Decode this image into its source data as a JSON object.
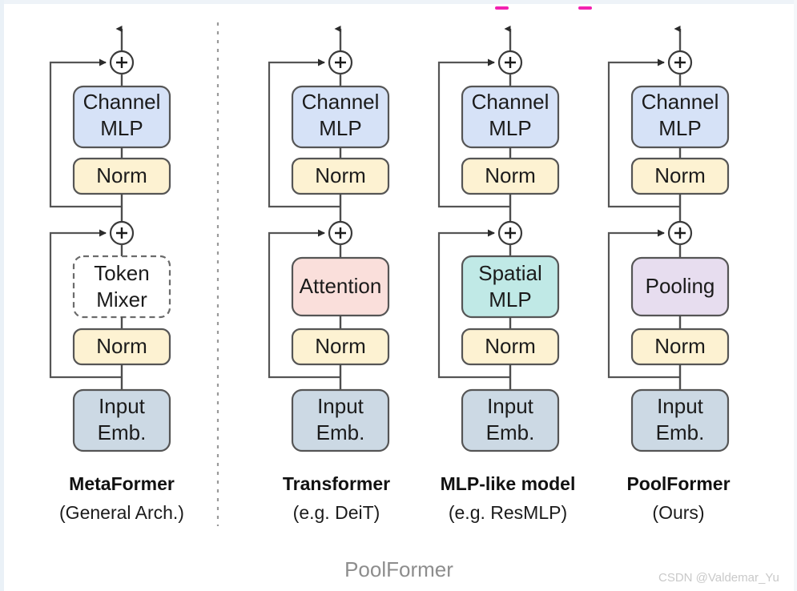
{
  "figure": {
    "caption": "PoolFormer",
    "watermark": "CSDN @Valdemar_Yu",
    "divider": {
      "present": true,
      "style": "dashed-vertical"
    },
    "top_marks": [
      {
        "name": "pink-underline-1",
        "color": "#f321b0"
      },
      {
        "name": "pink-underline-2",
        "color": "#f321b0"
      }
    ],
    "colors": {
      "channel_mlp": "#d6e2f7",
      "norm": "#fdf2d2",
      "input_emb": "#ccd9e4",
      "attention": "#fadfdb",
      "spatial_mlp": "#c0e9e6",
      "pooling": "#e7ddef",
      "token_mixer": "#ffffff",
      "stroke": "#555555",
      "caption": "#8d8d8d",
      "watermark": "#c9c9c9"
    },
    "columns": [
      {
        "id": "metaformer",
        "title": "MetaFormer",
        "subtitle": "(General Arch.)",
        "blocks": [
          {
            "name": "channel-mlp-block",
            "lines": [
              "Channel",
              "MLP"
            ],
            "fill": "#d6e2f7",
            "dashed": false
          },
          {
            "name": "norm-block-upper",
            "lines": [
              "Norm"
            ],
            "fill": "#fdf2d2",
            "dashed": false
          },
          {
            "name": "token-mixer-block",
            "lines": [
              "Token",
              "Mixer"
            ],
            "fill": "#ffffff",
            "dashed": true
          },
          {
            "name": "norm-block-lower",
            "lines": [
              "Norm"
            ],
            "fill": "#fdf2d2",
            "dashed": false
          },
          {
            "name": "input-emb-block",
            "lines": [
              "Input",
              "Emb."
            ],
            "fill": "#ccd9e4",
            "dashed": false
          }
        ],
        "adders": [
          "plus-upper",
          "plus-lower"
        ]
      },
      {
        "id": "transformer",
        "title": "Transformer",
        "subtitle": "(e.g. DeiT)",
        "blocks": [
          {
            "name": "channel-mlp-block",
            "lines": [
              "Channel",
              "MLP"
            ],
            "fill": "#d6e2f7",
            "dashed": false
          },
          {
            "name": "norm-block-upper",
            "lines": [
              "Norm"
            ],
            "fill": "#fdf2d2",
            "dashed": false
          },
          {
            "name": "attention-block",
            "lines": [
              "Attention"
            ],
            "fill": "#fadfdb",
            "dashed": false
          },
          {
            "name": "norm-block-lower",
            "lines": [
              "Norm"
            ],
            "fill": "#fdf2d2",
            "dashed": false
          },
          {
            "name": "input-emb-block",
            "lines": [
              "Input",
              "Emb."
            ],
            "fill": "#ccd9e4",
            "dashed": false
          }
        ],
        "adders": [
          "plus-upper",
          "plus-lower"
        ]
      },
      {
        "id": "mlp-like-model",
        "title": "MLP-like model",
        "subtitle": "(e.g. ResMLP)",
        "blocks": [
          {
            "name": "channel-mlp-block",
            "lines": [
              "Channel",
              "MLP"
            ],
            "fill": "#d6e2f7",
            "dashed": false
          },
          {
            "name": "norm-block-upper",
            "lines": [
              "Norm"
            ],
            "fill": "#fdf2d2",
            "dashed": false
          },
          {
            "name": "spatial-mlp-block",
            "lines": [
              "Spatial",
              "MLP"
            ],
            "fill": "#c0e9e6",
            "dashed": false
          },
          {
            "name": "norm-block-lower",
            "lines": [
              "Norm"
            ],
            "fill": "#fdf2d2",
            "dashed": false
          },
          {
            "name": "input-emb-block",
            "lines": [
              "Input",
              "Emb."
            ],
            "fill": "#ccd9e4",
            "dashed": false
          }
        ],
        "adders": [
          "plus-upper",
          "plus-lower"
        ]
      },
      {
        "id": "poolformer",
        "title": "PoolFormer",
        "subtitle": "(Ours)",
        "blocks": [
          {
            "name": "channel-mlp-block",
            "lines": [
              "Channel",
              "MLP"
            ],
            "fill": "#d6e2f7",
            "dashed": false
          },
          {
            "name": "norm-block-upper",
            "lines": [
              "Norm"
            ],
            "fill": "#fdf2d2",
            "dashed": false
          },
          {
            "name": "pooling-block",
            "lines": [
              "Pooling"
            ],
            "fill": "#e7ddef",
            "dashed": false
          },
          {
            "name": "norm-block-lower",
            "lines": [
              "Norm"
            ],
            "fill": "#fdf2d2",
            "dashed": false
          },
          {
            "name": "input-emb-block",
            "lines": [
              "Input",
              "Emb."
            ],
            "fill": "#ccd9e4",
            "dashed": false
          }
        ],
        "adders": [
          "plus-upper",
          "plus-lower"
        ]
      }
    ]
  }
}
